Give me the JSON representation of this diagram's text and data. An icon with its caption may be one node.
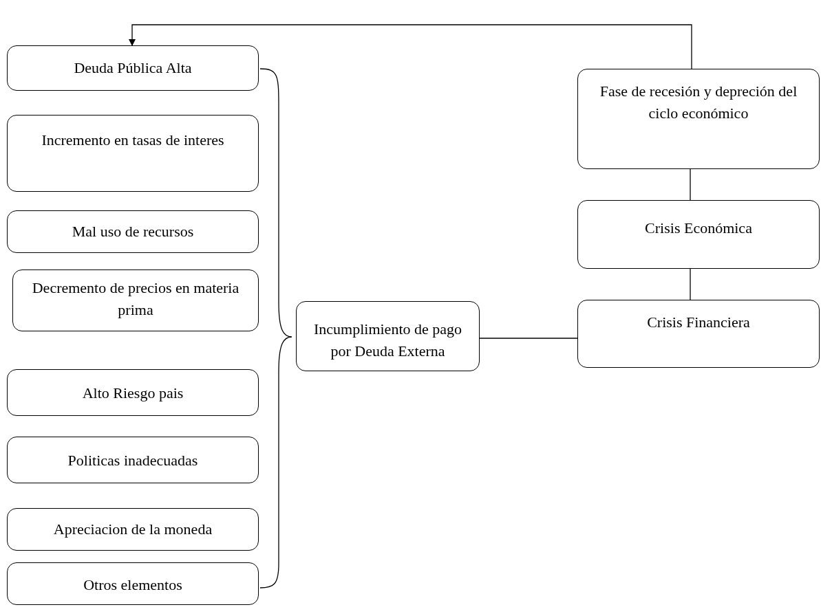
{
  "diagram": {
    "nodes": [
      {
        "text": [
          "Deuda Pública Alta"
        ]
      },
      {
        "text": [
          "Incremento en tasas de interes"
        ]
      },
      {
        "text": [
          "Mal uso de recursos"
        ]
      },
      {
        "text": [
          "Decremento de precios en materia prima"
        ]
      },
      {
        "text": [
          "Alto Riesgo pais"
        ]
      },
      {
        "text": [
          "Politicas inadecuadas"
        ]
      },
      {
        "text": [
          "Apreciacion de la moneda"
        ]
      },
      {
        "text": [
          "Otros elementos"
        ]
      },
      {
        "text": [
          "Incumplimiento de pago por Deuda Externa"
        ]
      },
      {
        "text": [
          "Fase de recesión y depreción del ciclo económico"
        ]
      },
      {
        "text": [
          "Crisis Económica"
        ]
      },
      {
        "text": [
          "Crisis Financiera"
        ]
      }
    ],
    "edges": [
      {
        "from": 8,
        "to": 11,
        "arrow": "none"
      },
      {
        "from": 11,
        "to": 10,
        "arrow": "none"
      },
      {
        "from": 10,
        "to": 9,
        "arrow": "none"
      },
      {
        "from": 9,
        "to": 0,
        "arrow": "to"
      }
    ]
  }
}
